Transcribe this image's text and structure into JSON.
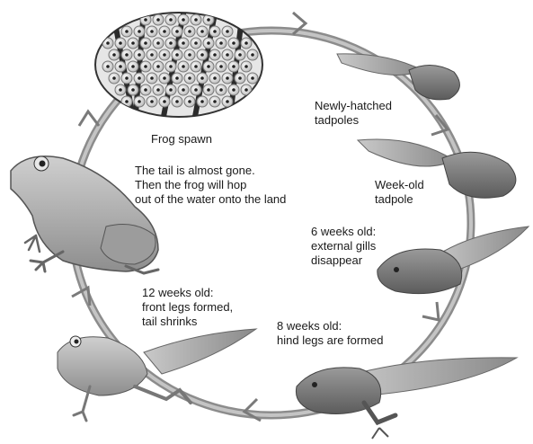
{
  "diagram": {
    "labels": {
      "frog_spawn": [
        "Frog spawn"
      ],
      "newly_hatched": [
        "Newly-hatched",
        "tadpoles"
      ],
      "week_old": [
        "Week-old",
        "tadpole"
      ],
      "six_weeks": [
        "6 weeks old:",
        "external gills",
        "disappear"
      ],
      "eight_weeks": [
        "8 weeks old:",
        "hind legs are formed"
      ],
      "twelve_weeks": [
        "12 weeks old:",
        "front legs formed,",
        "tail shrinks"
      ],
      "tail_gone": [
        "The tail is almost gone.",
        "Then the frog will hop",
        "out of the water onto the land"
      ]
    },
    "colors": {
      "ring": "#8c8c8c",
      "ring_light": "#bdbdbd",
      "frog_skin": "#a9a9a9",
      "tadpole_body": "#6f6f6f",
      "tadpole_tail": "#9a9a9a",
      "egg_jelly": "#dcdcdc"
    }
  }
}
